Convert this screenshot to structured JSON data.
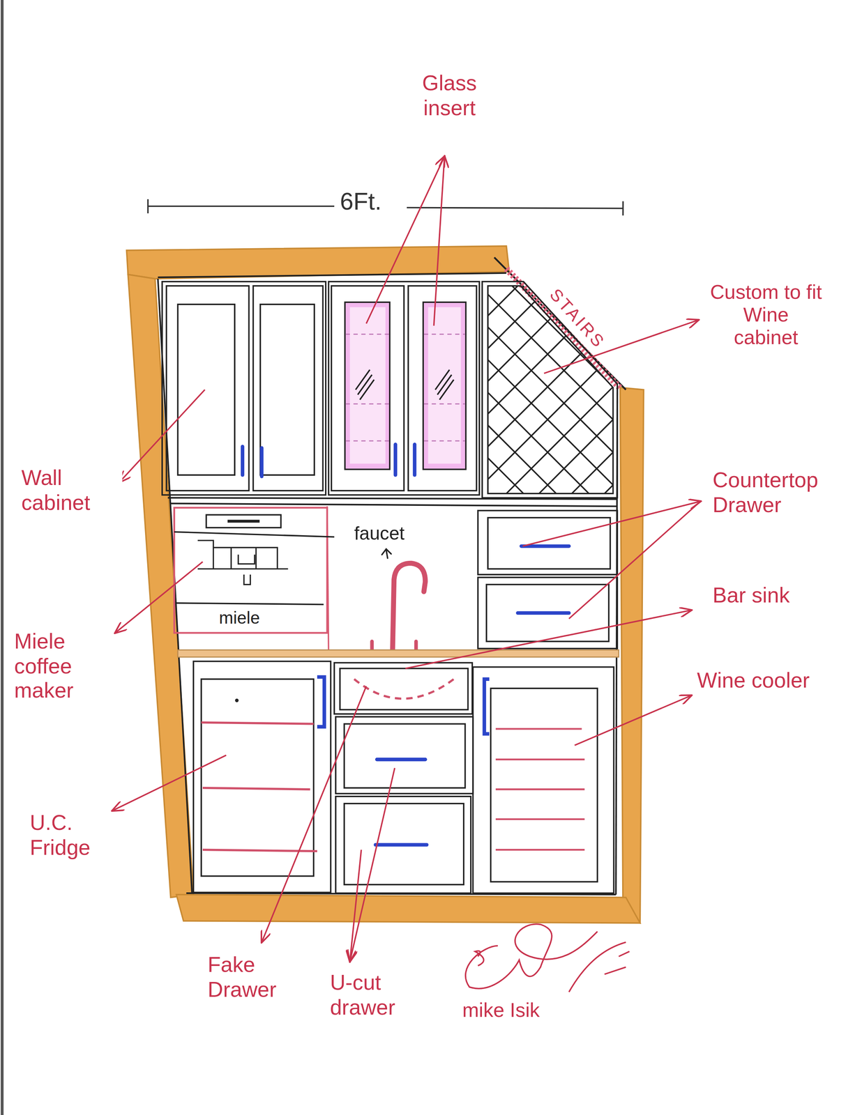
{
  "diagram": {
    "labels": [
      "Glass insert",
      "6Ft.",
      "STAIRS",
      "Custom to fit Wine cabinet",
      "Wall cabinet",
      "Countertop Drawer",
      "faucet",
      "miele",
      "Bar sink",
      "Miele coffee maker",
      "Wine cooler",
      "U.C. Fridge",
      "Fake Drawer",
      "U-cut drawer",
      "mike Isik"
    ]
  }
}
